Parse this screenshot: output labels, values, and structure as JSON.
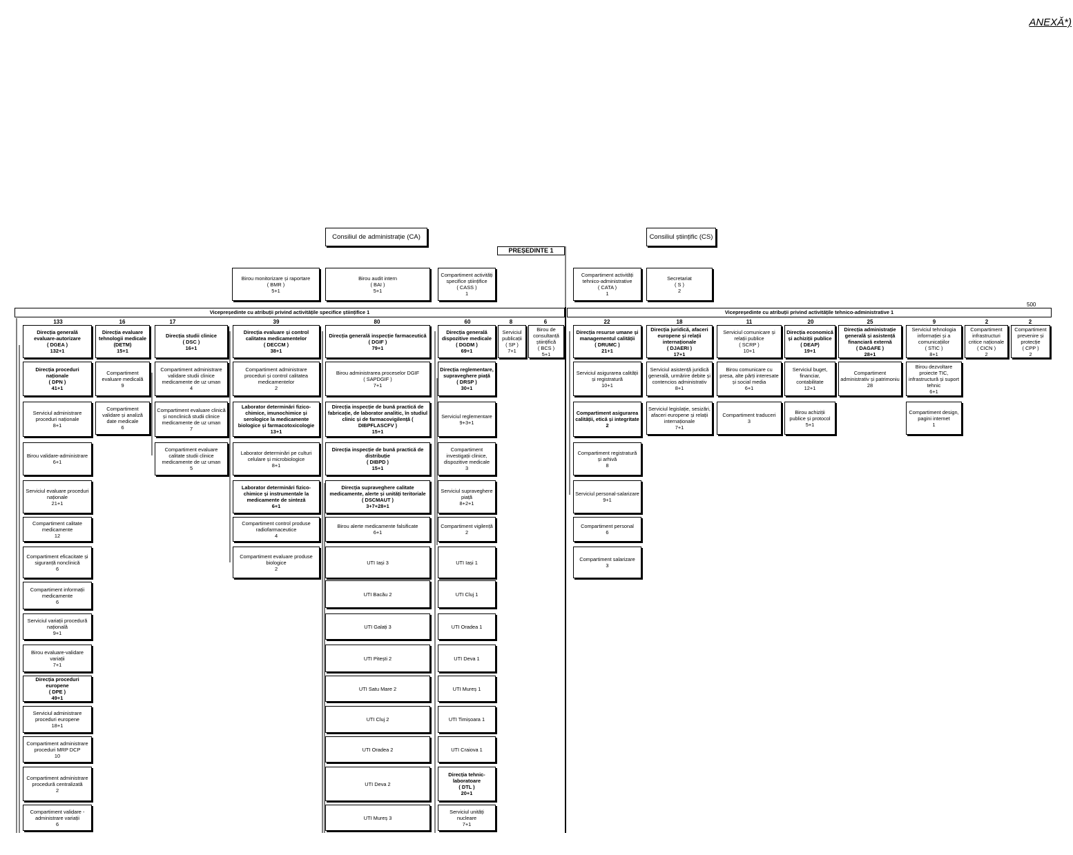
{
  "annex": "ANEXĂ*)",
  "top_boxes": {
    "ca": "Consiliul de administrație (CA)",
    "cs": "Consiliul științific (CS)",
    "president": "PREȘEDINTE   1"
  },
  "staff": {
    "bmr": "Birou monitorizare și raportare\n( BMR )\n5+1",
    "bai": "Birou audit intern\n( BAI )\n5+1",
    "cass": "Compartiment activități specifice științifice\n( CASS )\n1",
    "cata": "Compartiment activități tehnico-administrative\n( CATA )\n1",
    "secretariat": "Secretariat\n( S )\n2"
  },
  "total": "500",
  "vp": {
    "scientific": "Vicepreședinte cu atribuții privind activitățile specifice științifice     1",
    "technical": "Vicepreședinte cu atribuții privind activitățile tehnico-administrative         1"
  },
  "counts": [
    "133",
    "16",
    "17",
    "39",
    "80",
    "60",
    "8",
    "6",
    "22",
    "18",
    "11",
    "20",
    "25",
    "9",
    "2",
    "2"
  ],
  "col_dgea": [
    "Direcția generală evaluare-autorizare\n( DGEA )\n132+1",
    "Direcția proceduri naționale\n( DPN )\n41+1",
    "Serviciul administrare proceduri naționale\n8+1",
    "Birou validare-administrare\n6+1",
    "Serviciul evaluare proceduri naționale\n21+1",
    "Compartiment calitate medicamente\n12",
    "Compartiment eficacitate și siguranță  nonclinică\n6",
    "Compartiment informații medicamente\n6",
    "Serviciul variații procedură națională\n9+1",
    "Birou evaluare-validare variații\n7+1",
    "Direcția proceduri europene\n( DPE )\n49+1",
    "Serviciul administrare proceduri europene\n18+1",
    "Compartiment administrare proceduri MRP DCP\n10",
    "Compartiment administrare procedură centralizată\n2",
    "Compartiment validare - administrare variații\n6"
  ],
  "col_detm": [
    "Direcția evaluare tehnologii medicale\n(DETM)\n15+1",
    "Compartiment evaluare medicală\n9",
    "Compartiment validare și analiză date medicale\n6"
  ],
  "col_dsc": [
    "Direcția studii clinice\n( DSC )\n16+1",
    "Compartiment administrare validare studii clinice medicamente de uz uman\n4",
    "Compartiment evaluare clinică și nonclinică studii clinice medicamente de uz uman\n7",
    "Compartiment evaluare calitate studii clinice medicamente de uz uman\n5"
  ],
  "col_deccm": [
    "Direcția evaluare și control calitatea medicamentelor\n( DECCM )\n38+1",
    "Compartiment administrare proceduri și control calitatea medicamentelor\n2",
    "Laborator determinări fizico-chimice, imunochimice și serologice la medicamente biologice și farmacotoxicologie\n13+1",
    "Laborator determinări pe culturi celulare și microbiologice\n8+1",
    "Laborator determinări fizico-chimice și instrumentale la medicamente de sinteză\n6+1",
    "Compartiment control produse radiofarmaceutice\n4",
    "Compartiment evaluare produse biologice\n2"
  ],
  "col_dgif": [
    "Direcția generală inspecție farmaceutică\n( DGIF )\n79+1",
    "Birou administrarea proceselor DGIF\n( SAPDGIF )\n7+1",
    "Direcția inspecție de bună practică de fabricație, de laborator analitic, în studiul clinic și de farmacovigilență ( DIBPFLASCFV )\n15+1",
    "Direcția inspecție de bună practică de distribuție\n( DIBPD )\n15+1",
    "Direcția supraveghere calitate medicamente, alerte și unități teritoriale\n( DSCMAUT )\n3+7+28+1",
    "Birou alerte medicamente falsificate\n6+1",
    "UTI Iași  3",
    "UTI Bacău 2",
    "UTI Galați 3",
    "UTI Pitești 2",
    "UTI Satu Mare 2",
    "UTI Cluj  2",
    "UTI Oradea 2",
    "UTI Deva  2",
    "UTI Mureș 3"
  ],
  "col_dgdm": [
    "Direcția generală dispozitive medicale\n( DGDM )\n69+1",
    "Direcția reglementare, supraveghere piață\n( DRSP )\n30+1",
    "Serviciul reglementare\n9+3+1",
    "Compartiment investigații clinice, dispozitive medicale\n3",
    "Serviciul supraveghere piață\n8+2+1",
    "Compartiment vigilență\n2",
    "UTI Iași  1",
    "UTI Cluj 1",
    "UTI Oradea  1",
    "UTI Deva  1",
    "UTI Mureș  1",
    "UTI Timișoara 1",
    "UTI Craiova 1",
    "Direcția tehnic-laboratoare\n( DTL )\n20+1",
    "Serviciul unități nucleare\n7+1"
  ],
  "sp": "Serviciul publicații\n( SP )\n7+1",
  "bcs": "Birou de consultanță științifică\n( BCS )\n5+1",
  "col_drumc": [
    "Direcția resurse umane și managementul calității\n( DRUMC )\n21+1",
    "Serviciul asigurarea calității și registratură\n10+1",
    "Compartiment asigurarea calității, etică și integritate\n2",
    "Compartiment registratură și arhivă\n8",
    "Serviciul personal-salarizare\n9+1",
    "Compartiment personal\n6",
    "Compartiment salarizare\n3"
  ],
  "col_djaeri": [
    "Direcția juridică, afaceri europene și relații internaționale\n( DJAERI )\n17+1",
    "Serviciul asistență juridică generală, urmărire debite și contencios administrativ           8+1",
    "Serviciul legislație, sesizări, afaceri europene și relații internaționale\n7+1"
  ],
  "col_scrp": [
    "Serviciul comunicare și relații publice\n( SCRP )\n10+1",
    "Birou comunicare cu presa, alte părți interesate și social media\n6+1",
    "Compartiment traduceri\n3"
  ],
  "col_deap": [
    "Direcția economică și achiziții publice\n( DEAP)\n19+1",
    "Serviciul buget, financiar, contabilitate\n12+1",
    "Birou achiziții publice și protocol\n5+1"
  ],
  "col_dagafe": [
    "Direcția administrație generală și asistență financiară externă\n( DAGAFE )\n28+1",
    "Compartiment administrativ și patrimoniu\n28"
  ],
  "col_stic": [
    "Serviciul tehnologia informației și a comunicațiilor\n( STIC )\n8+1",
    "Birou dezvoltare proiecte TIC, infrastructură și suport tehnic\n6+1",
    "Compartiment design, pagini internet\n1"
  ],
  "cicn": "Compartiment infrastructuri critice naționale\n( CICN )\n2",
  "cpp": "Compartiment prevenire și protecție\n( CPP )\n2"
}
